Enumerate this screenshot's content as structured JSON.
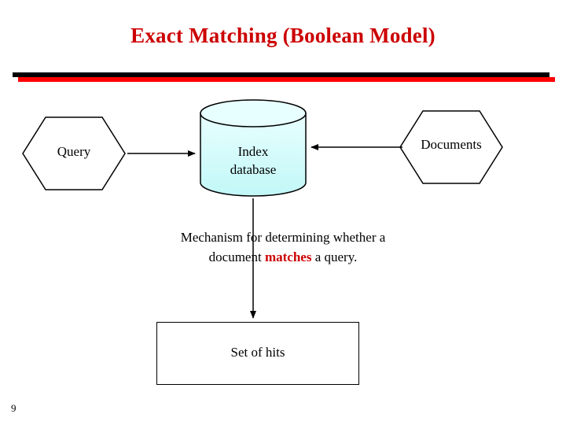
{
  "slide": {
    "title": "Exact Matching (Boolean Model)",
    "page_number": "9",
    "title_color": "#cc0000",
    "rule_colors": {
      "black": "#000000",
      "red": "#ff0000"
    }
  },
  "diagram": {
    "nodes": [
      {
        "id": "query",
        "shape": "hexagon",
        "label": "Query"
      },
      {
        "id": "index-database",
        "shape": "cylinder",
        "label_line1": "Index",
        "label_line2": "database",
        "fill": "#ccffff"
      },
      {
        "id": "documents",
        "shape": "hexagon",
        "label": "Documents"
      },
      {
        "id": "set-of-hits",
        "shape": "rectangle",
        "label": "Set of hits"
      }
    ],
    "edges": [
      {
        "from": "query",
        "to": "index-database",
        "direction": "right"
      },
      {
        "from": "documents",
        "to": "index-database",
        "direction": "left"
      },
      {
        "from": "index-database",
        "to": "set-of-hits",
        "direction": "down"
      }
    ],
    "caption": {
      "line1_before": "Mechanism for determining whether a",
      "line2_before": "document ",
      "line2_emphasis": "matches",
      "line2_after": " a query."
    }
  }
}
